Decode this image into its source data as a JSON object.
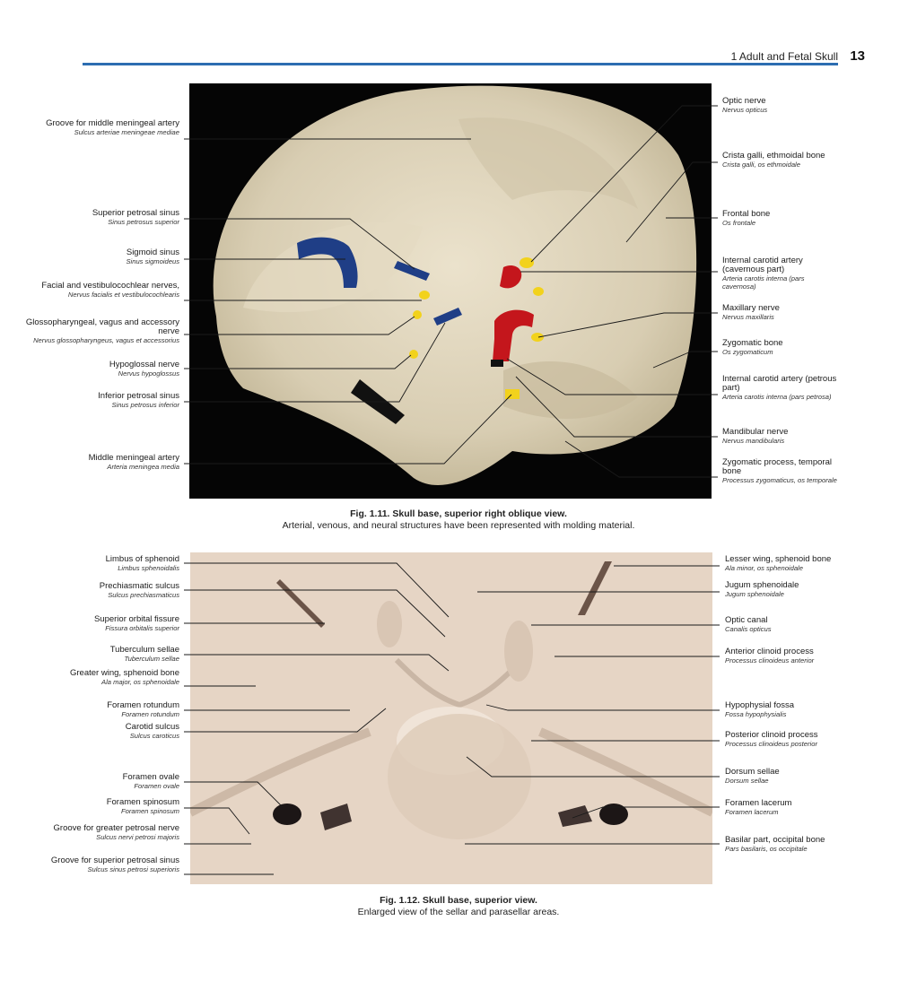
{
  "header": {
    "running_head": "1  Adult and Fetal Skull",
    "page_number": "13"
  },
  "figure1": {
    "title": "Fig. 1.11.  Skull base, superior right oblique view.",
    "description": "Arterial, venous, and neural structures have been represented with molding material.",
    "left_labels": [
      {
        "en": "Groove for middle meningeal artery",
        "la": "Sulcus arteriae meningeae mediae"
      },
      {
        "en": "Superior petrosal sinus",
        "la": "Sinus petrosus superior"
      },
      {
        "en": "Sigmoid sinus",
        "la": "Sinus sigmoideus"
      },
      {
        "en": "Facial and vestibulocochlear nerves,",
        "la": "Nervus facialis et vestibulocochlearis"
      },
      {
        "en": "Glossopharyngeal, vagus and accessory nerve",
        "la": "Nervus glossopharyngeus, vagus et accessorius"
      },
      {
        "en": "Hypoglossal nerve",
        "la": "Nervus hypoglossus"
      },
      {
        "en": "Inferior petrosal sinus",
        "la": "Sinus petrosus inferior"
      },
      {
        "en": "Middle meningeal artery",
        "la": "Arteria meningea media"
      }
    ],
    "right_labels": [
      {
        "en": "Optic nerve",
        "la": "Nervus opticus"
      },
      {
        "en": "Crista galli, ethmoidal bone",
        "la": "Crista galli, os ethmoidale"
      },
      {
        "en": "Frontal bone",
        "la": "Os frontale"
      },
      {
        "en": "Internal carotid artery (cavernous part)",
        "la": "Arteria carotis interna (pars cavernosa)"
      },
      {
        "en": "Maxillary nerve",
        "la": "Nervus maxillaris"
      },
      {
        "en": "Zygomatic bone",
        "la": "Os zygomaticum"
      },
      {
        "en": "Internal carotid artery (petrous part)",
        "la": "Arteria carotis interna (pars petrosa)"
      },
      {
        "en": "Mandibular nerve",
        "la": "Nervus mandibularis"
      },
      {
        "en": "Zygomatic process, temporal bone",
        "la": "Processus zygomaticus, os temporale"
      }
    ]
  },
  "figure2": {
    "title": "Fig. 1.12.  Skull base, superior view.",
    "description": "Enlarged view of the sellar and parasellar areas.",
    "left_labels": [
      {
        "en": "Limbus of sphenoid",
        "la": "Limbus sphenoidalis"
      },
      {
        "en": "Prechiasmatic sulcus",
        "la": "Sulcus prechiasmaticus"
      },
      {
        "en": "Superior orbital fissure",
        "la": "Fissura orbitalis superior"
      },
      {
        "en": "Tuberculum sellae",
        "la": "Tuberculum sellae"
      },
      {
        "en": "Greater wing, sphenoid bone",
        "la": "Ala major, os sphenoidale"
      },
      {
        "en": "Foramen rotundum",
        "la": "Foramen rotundum"
      },
      {
        "en": "Carotid sulcus",
        "la": "Sulcus caroticus"
      },
      {
        "en": "Foramen ovale",
        "la": "Foramen ovale"
      },
      {
        "en": "Foramen spinosum",
        "la": "Foramen spinosum"
      },
      {
        "en": "Groove for greater petrosal nerve",
        "la": "Sulcus nervi petrosi majoris"
      },
      {
        "en": "Groove for superior petrosal sinus",
        "la": "Sulcus sinus petrosi superioris"
      }
    ],
    "right_labels": [
      {
        "en": "Lesser wing, sphenoid bone",
        "la": "Ala minor, os sphenoidale"
      },
      {
        "en": "Jugum sphenoidale",
        "la": "Jugum sphenoidale"
      },
      {
        "en": "Optic canal",
        "la": "Canalis opticus"
      },
      {
        "en": "Anterior clinoid process",
        "la": "Processus clinoideus anterior"
      },
      {
        "en": "Hypophysial fossa",
        "la": "Fossa hypophysialis"
      },
      {
        "en": "Posterior clinoid process",
        "la": "Processus clinoideus posterior"
      },
      {
        "en": "Dorsum sellae",
        "la": "Dorsum sellae"
      },
      {
        "en": "Foramen lacerum",
        "la": "Foramen lacerum"
      },
      {
        "en": "Basilar part, occipital bone",
        "la": "Pars basilaris, os occipitale"
      }
    ]
  }
}
